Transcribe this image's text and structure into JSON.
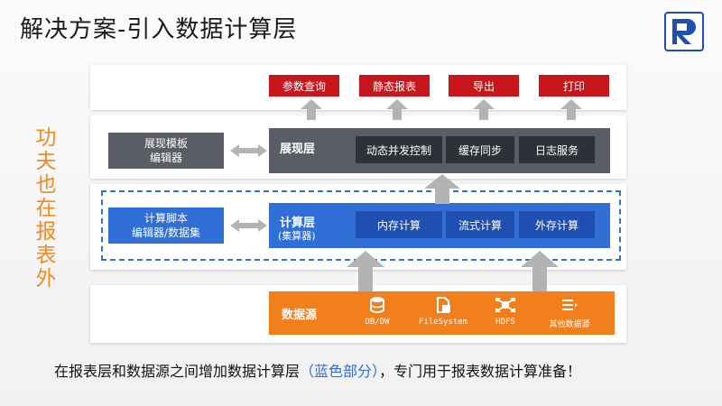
{
  "title": "解决方案-引入数据计算层",
  "side_text": "功夫也在报表外",
  "output_buttons": [
    "参数查询",
    "静态报表",
    "导出",
    "打印"
  ],
  "presentation": {
    "editor_label": "展现模板\n编辑器",
    "layer_label": "展现层",
    "cells": [
      "动态并发控制",
      "缓存同步",
      "日志服务"
    ]
  },
  "compute": {
    "editor_label": "计算脚本\n编辑器/数据集",
    "layer_label": "计算层",
    "layer_sub": "(集算器)",
    "cells": [
      "内存计算",
      "流式计算",
      "外存计算"
    ]
  },
  "datasource": {
    "label": "数据源",
    "sources": [
      {
        "icon": "database-icon",
        "label": "DB/DW"
      },
      {
        "icon": "file-icon",
        "label": "FileSystem"
      },
      {
        "icon": "hdfs-network-icon",
        "label": "HDFS"
      },
      {
        "icon": "list-icon",
        "label": "其他数据源"
      }
    ]
  },
  "caption": {
    "before": "在报表层和数据源之间增加数据计算层",
    "highlight": "（蓝色部分）",
    "after": "，专门用于报表数据计算准备！"
  },
  "colors": {
    "red": "#c8161d",
    "dark": "#5a5d66",
    "blue": "#2f6fd6",
    "orange": "#f07f1c",
    "accent_text": "#f08a1c"
  }
}
